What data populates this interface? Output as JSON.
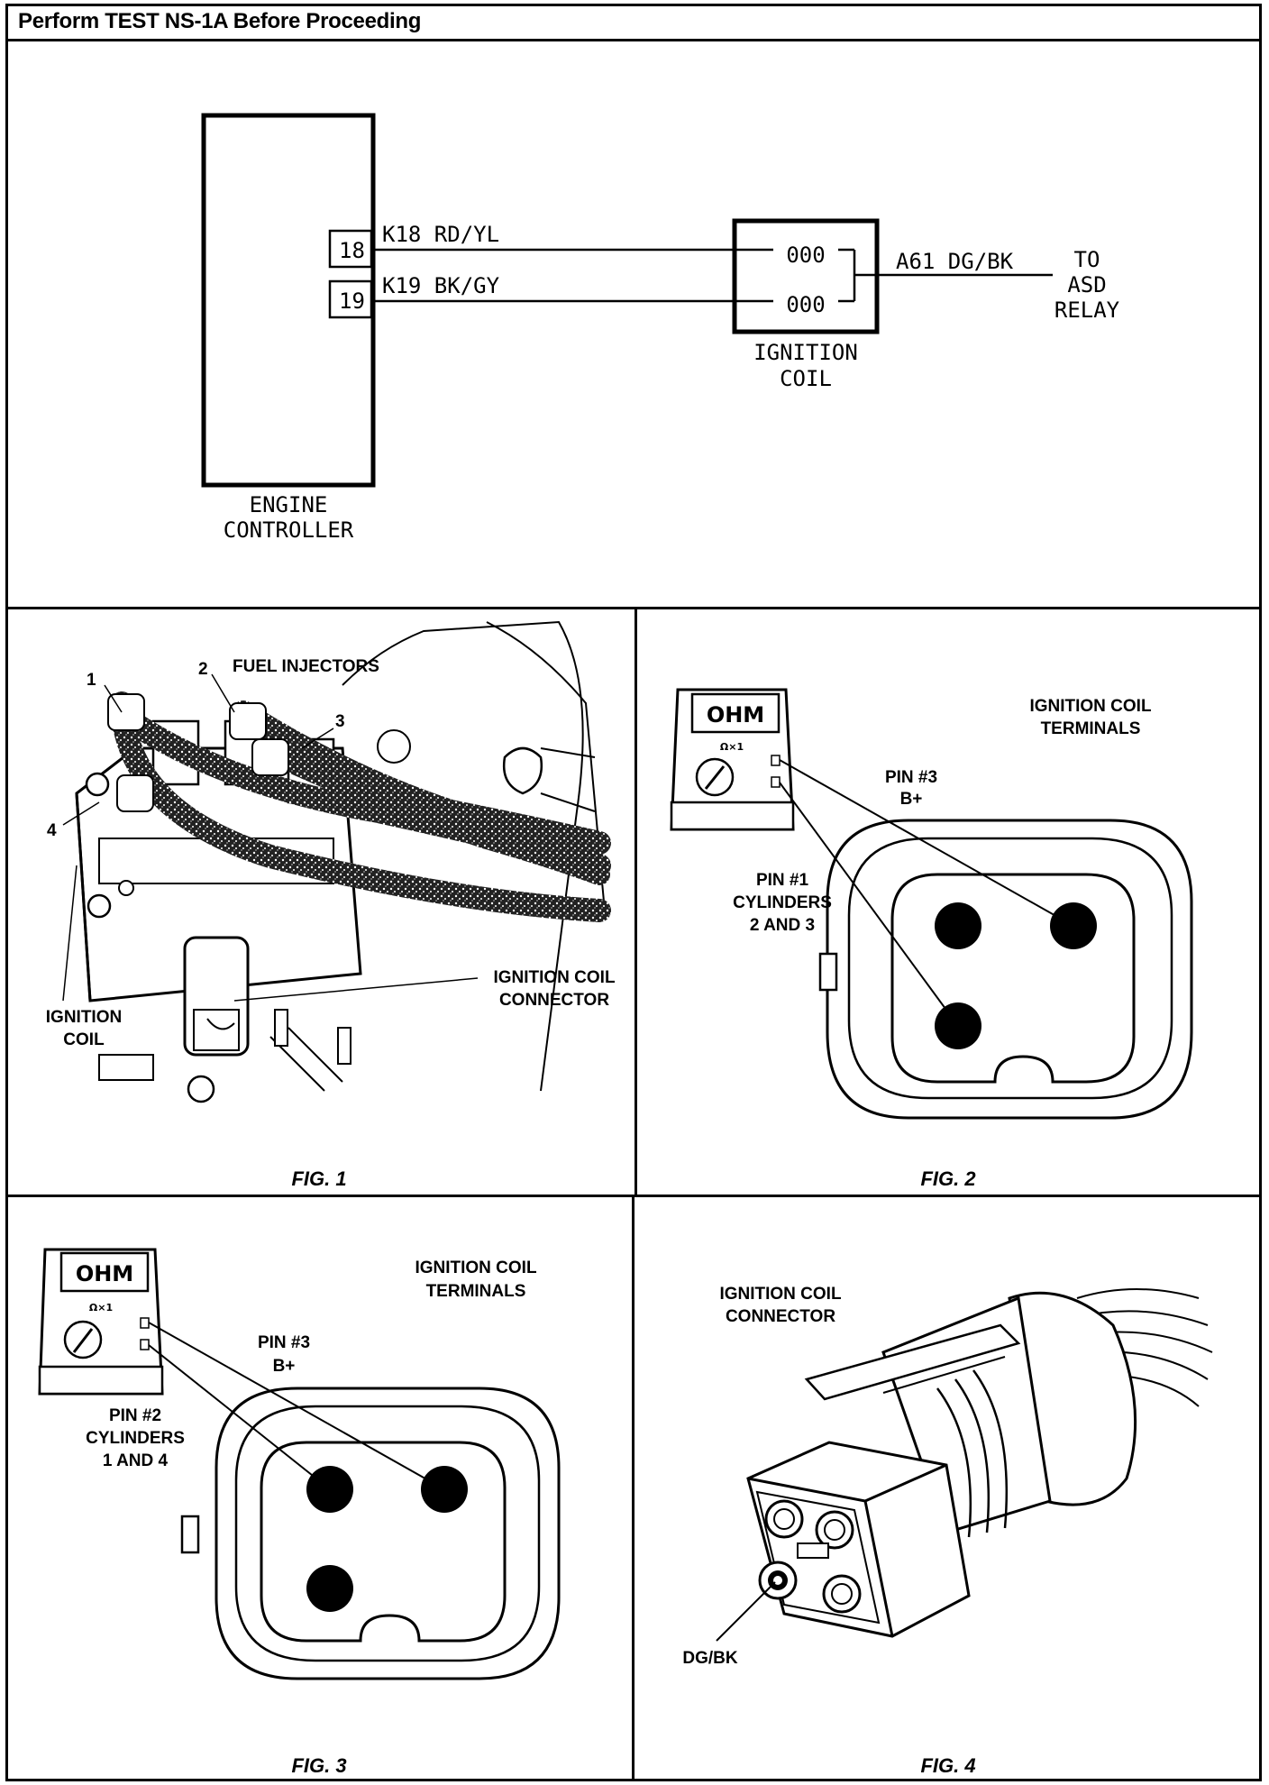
{
  "header": {
    "title": "Perform TEST NS-1A Before Proceeding"
  },
  "schematic": {
    "controller_label_1": "ENGINE",
    "controller_label_2": "CONTROLLER",
    "pin_18": "18",
    "pin_19": "19",
    "wire_k18": "K18  RD/YL",
    "wire_k19": "K19  BK/GY",
    "wire_a61": "A61  DG/BK",
    "coil_label_1": "IGNITION",
    "coil_label_2": "COIL",
    "coil_winding_top": "000",
    "coil_winding_bottom": "000",
    "to_label_1": "TO",
    "to_label_2": "ASD",
    "to_label_3": "RELAY"
  },
  "fig1": {
    "caption": "FIG. 1",
    "fuel_injectors": "FUEL INJECTORS",
    "num_1": "1",
    "num_2": "2",
    "num_3": "3",
    "num_4": "4",
    "ignition_coil_1": "IGNITION",
    "ignition_coil_2": "COIL",
    "connector_1": "IGNITION COIL",
    "connector_2": "CONNECTOR"
  },
  "fig2": {
    "caption": "FIG. 2",
    "meter": "OHM",
    "meter_scale": "Ω×1",
    "terminals_1": "IGNITION COIL",
    "terminals_2": "TERMINALS",
    "pin3_1": "PIN #3",
    "pin3_2": "B+",
    "pin1_1": "PIN #1",
    "pin1_2": "CYLINDERS",
    "pin1_3": "2 AND 3"
  },
  "fig3": {
    "caption": "FIG. 3",
    "meter": "OHM",
    "meter_scale": "Ω×1",
    "terminals_1": "IGNITION COIL",
    "terminals_2": "TERMINALS",
    "pin3_1": "PIN #3",
    "pin3_2": "B+",
    "pin2_1": "PIN #2",
    "pin2_2": "CYLINDERS",
    "pin2_3": "1 AND 4"
  },
  "fig4": {
    "caption": "FIG. 4",
    "connector_1": "IGNITION COIL",
    "connector_2": "CONNECTOR",
    "wire": "DG/BK"
  }
}
